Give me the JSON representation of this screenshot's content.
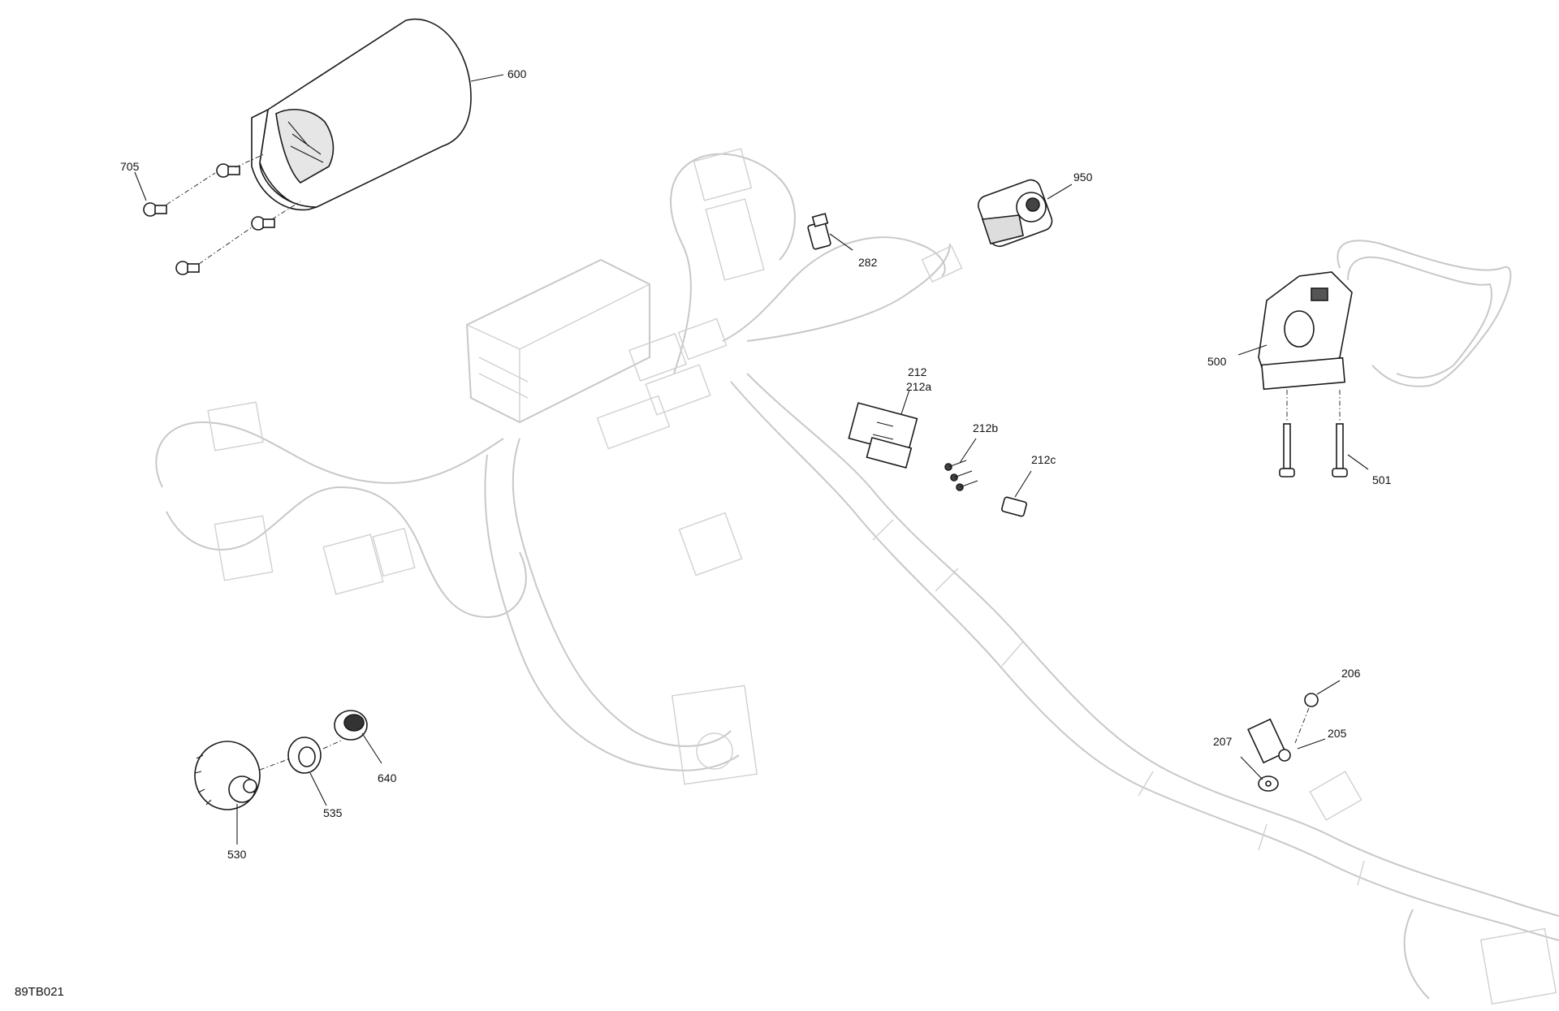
{
  "diagram_id": "89TB021",
  "callouts": {
    "c600": "600",
    "c705": "705",
    "c950": "950",
    "c282": "282",
    "c500": "500",
    "c501": "501",
    "c212": "212",
    "c212a": "212a",
    "c212b": "212b",
    "c212c": "212c",
    "c206": "206",
    "c205": "205",
    "c207": "207",
    "c640": "640",
    "c535": "535",
    "c530": "530"
  },
  "colors": {
    "line": "#1a1a1a",
    "faded_harness": "#c8c8c8",
    "background": "#ffffff"
  }
}
